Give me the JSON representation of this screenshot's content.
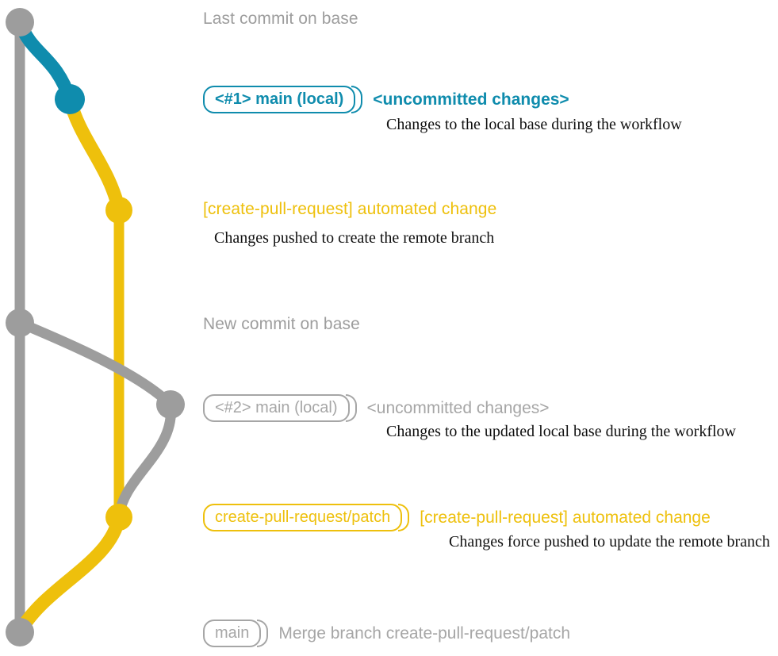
{
  "diagram": {
    "title": "git branch graph for create-pull-request workflow",
    "colors": {
      "base_gray": "#9d9d9d",
      "local_blue": "#0f8cad",
      "remote_yellow": "#eec00c",
      "description_black": "#101010",
      "background": "#ffffff"
    }
  },
  "commits": [
    {
      "id": "base-last",
      "node_color": "#9d9d9d",
      "pill": null,
      "subject": "Last commit on base",
      "subject_color": "#9d9d9d",
      "description": null
    },
    {
      "id": "local-1",
      "node_color": "#0f8cad",
      "pill": "<#1> main (local)",
      "subject": "<uncommitted changes>",
      "subject_color": "#0f8cad",
      "description": "Changes to the local base during the workflow"
    },
    {
      "id": "remote-1",
      "node_color": "#eec00c",
      "pill": null,
      "subject": "[create-pull-request] automated change",
      "subject_color": "#eec00c",
      "description": "Changes pushed to create the remote branch"
    },
    {
      "id": "base-new",
      "node_color": "#9d9d9d",
      "pill": null,
      "subject": "New commit on base",
      "subject_color": "#9d9d9d",
      "description": null
    },
    {
      "id": "local-2",
      "node_color": "#9d9d9d",
      "pill": "<#2> main (local)",
      "subject": "<uncommitted changes>",
      "subject_color": "#a6a6a6",
      "description": "Changes to the updated local base during the workflow"
    },
    {
      "id": "remote-2",
      "node_color": "#eec00c",
      "pill": "create-pull-request/patch",
      "subject": "[create-pull-request] automated change",
      "subject_color": "#eec00c",
      "description": "Changes force pushed to update the remote branch"
    },
    {
      "id": "merge",
      "node_color": "#9d9d9d",
      "pill": "main",
      "subject": "Merge branch create-pull-request/patch",
      "subject_color": "#a6a6a6",
      "description": null
    }
  ]
}
